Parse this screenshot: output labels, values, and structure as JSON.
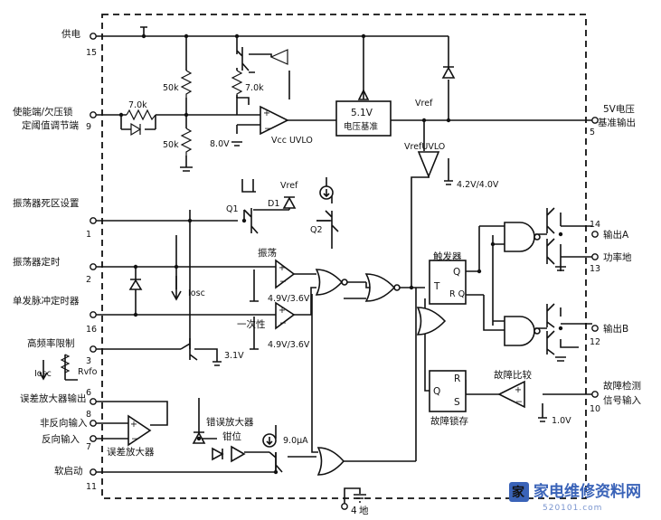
{
  "pins_left": [
    {
      "label": "供电",
      "num": "15"
    },
    {
      "label": "使能端/欠压锁",
      "label2": "定阈值调节端",
      "num": "9"
    },
    {
      "label": "振荡器死区设置",
      "num": "1"
    },
    {
      "label": "振荡器定时",
      "num": "2"
    },
    {
      "label": "单发脉冲定时器",
      "num": "16"
    },
    {
      "label": "高频率限制",
      "num": "3"
    },
    {
      "label": "误差放大器输出",
      "num": "6"
    },
    {
      "label": "非反向输入",
      "num": "8"
    },
    {
      "label": "反向输入",
      "num": "7"
    },
    {
      "label": "软启动",
      "num": "11"
    }
  ],
  "pins_right": [
    {
      "label": "5V电压",
      "label2": "基准输出",
      "num": "5"
    },
    {
      "label": "输出A",
      "num": "14"
    },
    {
      "label": "功率地",
      "num": "13"
    },
    {
      "label": "输出B",
      "num": "12"
    },
    {
      "label": "故障检测",
      "label2": "信号输入",
      "num": "10"
    }
  ],
  "pin_bottom": {
    "num": "4",
    "label": "地"
  },
  "components": {
    "r50k_top": "50k",
    "r50k_bot": "50k",
    "r7k_left": "7.0k",
    "r7k_top": "7.0k",
    "v8": "8.0V",
    "vcc_uvlo": "Vcc UVLO",
    "vref_box_v": "5.1V",
    "vref_box_t": "电压基准",
    "vref_label": "Vref",
    "vrefuvlo": "VrefUVLO",
    "v42": "4.2V/4.0V",
    "q1": "Q1",
    "d1": "D1",
    "vref2": "Vref",
    "q2": "Q2",
    "osc": "振荡",
    "thr1": "4.9V/3.6V",
    "oneshot": "一次性",
    "thr2": "4.9V/3.6V",
    "iosc": "Iosc",
    "v31": "3.1V",
    "iosc2": "Iosc",
    "rvfo": "Rvfo",
    "ea": "误差放大器",
    "clamp1": "错误放大器",
    "clamp2": "钳位",
    "i9": "9.0μA",
    "ff": "触发器",
    "ffT": "T",
    "ffQ": "Q",
    "ffRQ": "R Q",
    "fault_cmp": "故障比较",
    "v1": "1.0V",
    "latch": "故障锁存",
    "latchQ": "Q",
    "latchR": "R",
    "latchS": "S"
  },
  "watermark": {
    "title": "家电维修资料网",
    "url": "520101.com"
  }
}
